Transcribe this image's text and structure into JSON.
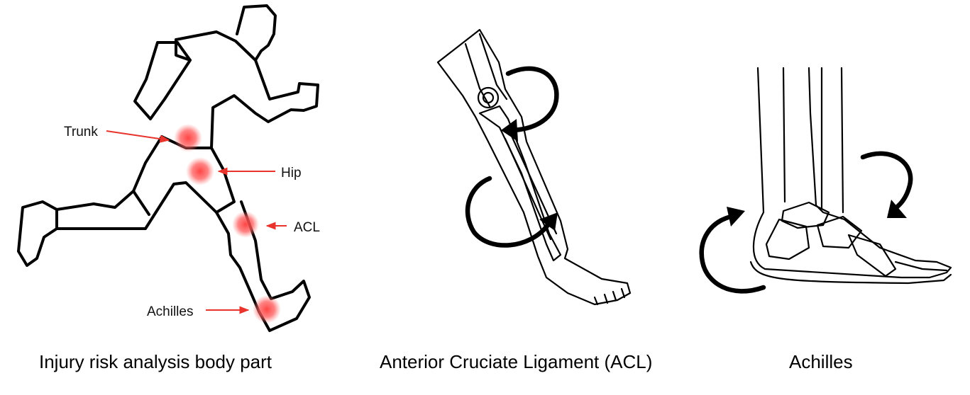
{
  "colors": {
    "highlight": "#ff3b3b",
    "pointer": "#e8342c",
    "line": "#000000"
  },
  "panels": {
    "body": {
      "caption": "Injury risk analysis body part",
      "labels": {
        "trunk": "Trunk",
        "hip": "Hip",
        "acl": "ACL",
        "achilles": "Achilles"
      }
    },
    "leg": {
      "caption": "Anterior Cruciate Ligament (ACL)"
    },
    "foot": {
      "caption": "Achilles"
    }
  }
}
